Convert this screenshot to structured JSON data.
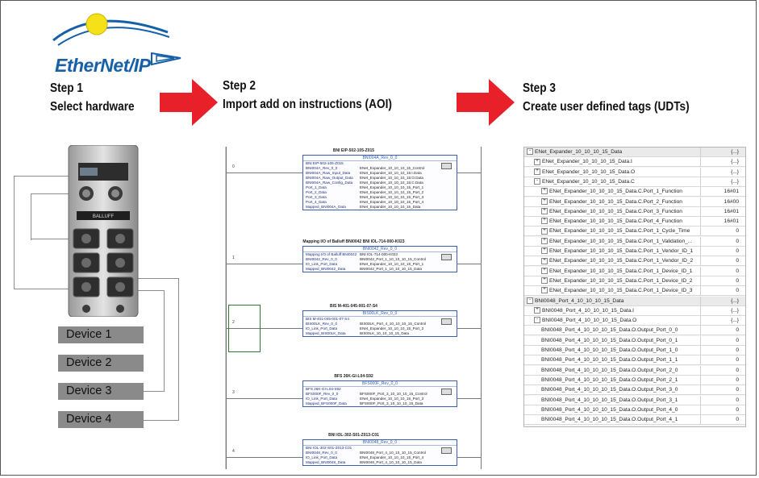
{
  "logo": {
    "text": "EtherNet/IP"
  },
  "steps": [
    {
      "title": "Step 1",
      "subtitle": "Select hardware"
    },
    {
      "title": "Step 2",
      "subtitle": "Import add on instructions (AOI)"
    },
    {
      "title": "Step 3",
      "subtitle": "Create user defined tags (UDTs)"
    }
  ],
  "devices": [
    "Device 1",
    "Device 2",
    "Device 3",
    "Device 4"
  ],
  "hardware": {
    "brand": "BALLUFF"
  },
  "ladder": {
    "rungs": [
      {
        "num": "0",
        "title": "BNI EIP-502-105-Z015",
        "box_header": "BNI004A_Rev_0_0",
        "rows": [
          [
            "BNI EIP-502-105-Z015",
            ""
          ],
          [
            "BNI004A_Rev_0_0",
            "ENet_Expander_10_10_10_15_Control"
          ],
          [
            "BNI004A_Raw_Input_Data",
            "ENet_Expander_10_10_10_15:I.Data"
          ],
          [
            "BNI004A_Raw_Output_Data",
            "ENet_Expander_10_10_10_15:O.Data"
          ],
          [
            "BNI004A_Raw_Config_Data",
            "ENet_Expander_10_10_10_15:C.Data"
          ],
          [
            "Port_1_Data",
            "ENet_Expander_10_10_10_15_Port_1"
          ],
          [
            "Port_2_Data",
            "ENet_Expander_10_10_10_15_Port_2"
          ],
          [
            "Port_3_Data",
            "ENet_Expander_10_10_10_15_Port_3"
          ],
          [
            "Port_4_Data",
            "ENet_Expander_10_10_10_15_Port_4"
          ],
          [
            "Mapped_BNI004A_Data",
            "ENet_Expander_10_10_10_15_Data"
          ]
        ]
      },
      {
        "num": "1",
        "title": "Mapping I/O of Balluff BNI0042 BNI IOL-714-000-K023",
        "box_header": "BNI0042_Rev_0_0",
        "rows": [
          [
            "Mapping I/O of Balluff BNI0042",
            "BNI IOL-714-000-K023"
          ],
          [
            "BNI0042_Rev_0_0",
            "BNI0042_Port_1_10_10_10_15_Control"
          ],
          [
            "IO_Link_Port_Data",
            "ENet_Expander_10_10_10_15_Port_1"
          ],
          [
            "Mapped_BNI0042_Data",
            "BNI0042_Port_1_10_10_10_15_Data"
          ]
        ]
      },
      {
        "num": "2",
        "title": "BIS M-401-045-001-07-S4",
        "box_header": "BIS00LK_Rev_0_0",
        "rows": [
          [
            "BIS M-401-045-001-07-S4",
            ""
          ],
          [
            "BIS00LK_Rev_0_0",
            "BIS00LK_Port_4_10_10_10_15_Control"
          ],
          [
            "IO_Link_Port_Data",
            "ENet_Expander_10_10_10_15_Port_2"
          ],
          [
            "Mapped_BIS00LK_Data",
            "BIS00LK_10_10_10_15_Data"
          ]
        ]
      },
      {
        "num": "3",
        "title": "BFS 26K-GI-L04-S92",
        "box_header": "BFS000F_Rev_0_0",
        "rows": [
          [
            "BFS 26K-GI-L04-S92",
            ""
          ],
          [
            "BFS000F_Rev_0_0",
            "BFS000F_Port_3_10_10_10_15_Control"
          ],
          [
            "IO_Link_Port_Data",
            "ENet_Expander_10_10_10_15_Port_3"
          ],
          [
            "Mapped_BFS000F_Data",
            "BFS000F_Port_3_10_10_10_15_Data"
          ]
        ]
      },
      {
        "num": "4",
        "title": "BNI IOL-302-S01-Z013-C01",
        "box_header": "BNI0048_Rev_0_0",
        "rows": [
          [
            "BNI IOL-302-S01-Z013-C01",
            ""
          ],
          [
            "BNI0048_Rev_0_0",
            "BNI0048_Port_4_10_10_10_15_Control"
          ],
          [
            "IO_Link_Port_Data",
            "ENet_Expander_10_10_10_15_Port_4"
          ],
          [
            "Mapped_BNI0048_Data",
            "BNI0048_Port_4_10_10_10_15_Data"
          ]
        ]
      }
    ]
  },
  "tags": [
    {
      "name": "ENet_Expander_10_10_10_15_Data",
      "value": "{...}",
      "indent": 0,
      "sign": "−",
      "section": true
    },
    {
      "name": "ENet_Expander_10_10_10_15_Data.I",
      "value": "{...}",
      "indent": 1,
      "sign": "+"
    },
    {
      "name": "ENet_Expander_10_10_10_15_Data.O",
      "value": "{...}",
      "indent": 1,
      "sign": "+"
    },
    {
      "name": "ENet_Expander_10_10_10_15_Data.C",
      "value": "{...}",
      "indent": 1,
      "sign": "−"
    },
    {
      "name": "ENet_Expander_10_10_10_15_Data.C.Port_1_Function",
      "value": "16#01",
      "indent": 2,
      "sign": "+"
    },
    {
      "name": "ENet_Expander_10_10_10_15_Data.C.Port_2_Function",
      "value": "16#00",
      "indent": 2,
      "sign": "+"
    },
    {
      "name": "ENet_Expander_10_10_10_15_Data.C.Port_3_Function",
      "value": "16#01",
      "indent": 2,
      "sign": "+"
    },
    {
      "name": "ENet_Expander_10_10_10_15_Data.C.Port_4_Function",
      "value": "16#01",
      "indent": 2,
      "sign": "+"
    },
    {
      "name": "ENet_Expander_10_10_10_15_Data.C.Port_1_Cycle_Time",
      "value": "0",
      "indent": 2,
      "sign": "+"
    },
    {
      "name": "ENet_Expander_10_10_10_15_Data.C.Port_1_Validation_...",
      "value": "0",
      "indent": 2,
      "sign": "+"
    },
    {
      "name": "ENet_Expander_10_10_10_15_Data.C.Port_1_Vendor_ID_1",
      "value": "0",
      "indent": 2,
      "sign": "+"
    },
    {
      "name": "ENet_Expander_10_10_10_15_Data.C.Port_1_Vendor_ID_2",
      "value": "0",
      "indent": 2,
      "sign": "+"
    },
    {
      "name": "ENet_Expander_10_10_10_15_Data.C.Port_1_Device_ID_1",
      "value": "0",
      "indent": 2,
      "sign": "+"
    },
    {
      "name": "ENet_Expander_10_10_10_15_Data.C.Port_1_Device_ID_2",
      "value": "0",
      "indent": 2,
      "sign": "+"
    },
    {
      "name": "ENet_Expander_10_10_10_15_Data.C.Port_1_Device_ID_3",
      "value": "0",
      "indent": 2,
      "sign": "+"
    },
    {
      "name": "BNI0048_Port_4_10_10_10_15_Data",
      "value": "{...}",
      "indent": 0,
      "sign": "−",
      "section": true
    },
    {
      "name": "BNI0048_Port_4_10_10_10_15_Data.I",
      "value": "{...}",
      "indent": 1,
      "sign": "+"
    },
    {
      "name": "BNI0048_Port_4_10_10_10_15_Data.O",
      "value": "{...}",
      "indent": 1,
      "sign": "−"
    },
    {
      "name": "BNI0048_Port_4_10_10_10_15_Data.O.Output_Port_0_0",
      "value": "0",
      "indent": 2,
      "sign": ""
    },
    {
      "name": "BNI0048_Port_4_10_10_10_15_Data.O.Output_Port_0_1",
      "value": "0",
      "indent": 2,
      "sign": ""
    },
    {
      "name": "BNI0048_Port_4_10_10_10_15_Data.O.Output_Port_1_0",
      "value": "0",
      "indent": 2,
      "sign": ""
    },
    {
      "name": "BNI0048_Port_4_10_10_10_15_Data.O.Output_Port_1_1",
      "value": "0",
      "indent": 2,
      "sign": ""
    },
    {
      "name": "BNI0048_Port_4_10_10_10_15_Data.O.Output_Port_2_0",
      "value": "0",
      "indent": 2,
      "sign": ""
    },
    {
      "name": "BNI0048_Port_4_10_10_10_15_Data.O.Output_Port_2_1",
      "value": "0",
      "indent": 2,
      "sign": ""
    },
    {
      "name": "BNI0048_Port_4_10_10_10_15_Data.O.Output_Port_3_0",
      "value": "0",
      "indent": 2,
      "sign": ""
    },
    {
      "name": "BNI0048_Port_4_10_10_10_15_Data.O.Output_Port_3_1",
      "value": "0",
      "indent": 2,
      "sign": ""
    },
    {
      "name": "BNI0048_Port_4_10_10_10_15_Data.O.Output_Port_4_0",
      "value": "0",
      "indent": 2,
      "sign": ""
    },
    {
      "name": "BNI0048_Port_4_10_10_10_15_Data.O.Output_Port_4_1",
      "value": "0",
      "indent": 2,
      "sign": ""
    }
  ],
  "colors": {
    "arrow": "#e8202a",
    "logo_blue": "#1560a8",
    "logo_yellow": "#f5e11a",
    "device_label": "#8a8a8a"
  }
}
